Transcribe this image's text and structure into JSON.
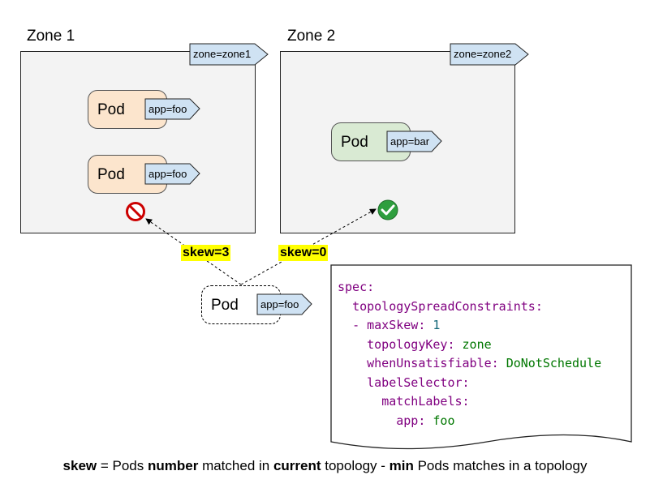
{
  "zones": [
    {
      "title": "Zone 1",
      "tag": "zone=zone1"
    },
    {
      "title": "Zone 2",
      "tag": "zone=zone2"
    }
  ],
  "pods": [
    {
      "label": "Pod",
      "tag": "app=foo",
      "zone": "Zone 1"
    },
    {
      "label": "Pod",
      "tag": "app=foo",
      "zone": "Zone 1"
    },
    {
      "label": "Pod",
      "tag": "app=bar",
      "zone": "Zone 2"
    }
  ],
  "incoming_pod": {
    "label": "Pod",
    "tag": "app=foo"
  },
  "skew_labels": {
    "left": "skew=3",
    "right": "skew=0"
  },
  "markers": {
    "zone1": "prohibited-icon",
    "zone2": "check-circle-icon"
  },
  "colors": {
    "pod_orange": "#fce5cd",
    "pod_green": "#d9ead3",
    "tag_blue": "#cfe2f3",
    "highlight": "#ffff00",
    "prohibited": "#cc0000",
    "check": "#2e9e3e"
  },
  "spec": {
    "l1": "spec:",
    "l2": "topologySpreadConstraints:",
    "l3_dash": "- ",
    "l3_key": "maxSkew:",
    "l3_val": "1",
    "l4_key": "topologyKey:",
    "l4_val": "zone",
    "l5_key": "whenUnsatisfiable:",
    "l5_val": "DoNotSchedule",
    "l6_key": "labelSelector:",
    "l7_key": "matchLabels:",
    "l8_key": "app:",
    "l8_val": "foo"
  },
  "footer": {
    "w1": "skew",
    "t1": " = Pods ",
    "w2": "number",
    "t2": " matched in ",
    "w3": "current",
    "t3": " topology - ",
    "w4": "min",
    "t4": " Pods matches in a topology"
  }
}
